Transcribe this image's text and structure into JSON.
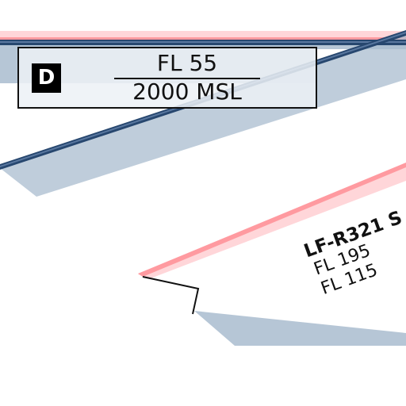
{
  "map": {
    "colors": {
      "restricted_border": "#ff9aa0",
      "restricted_glow": "#ffd6d9",
      "airway_stroke": "#27476f",
      "airway_shade": "#a9bccf",
      "label_box_bg": "#ecf1f6",
      "text": "#111111"
    }
  },
  "airspace_label": {
    "class": "D",
    "upper": "FL 55",
    "lower": "2000 MSL"
  },
  "restricted_area": {
    "id": "LF-R321 S",
    "upper": "FL 195",
    "lower": "FL 115"
  }
}
